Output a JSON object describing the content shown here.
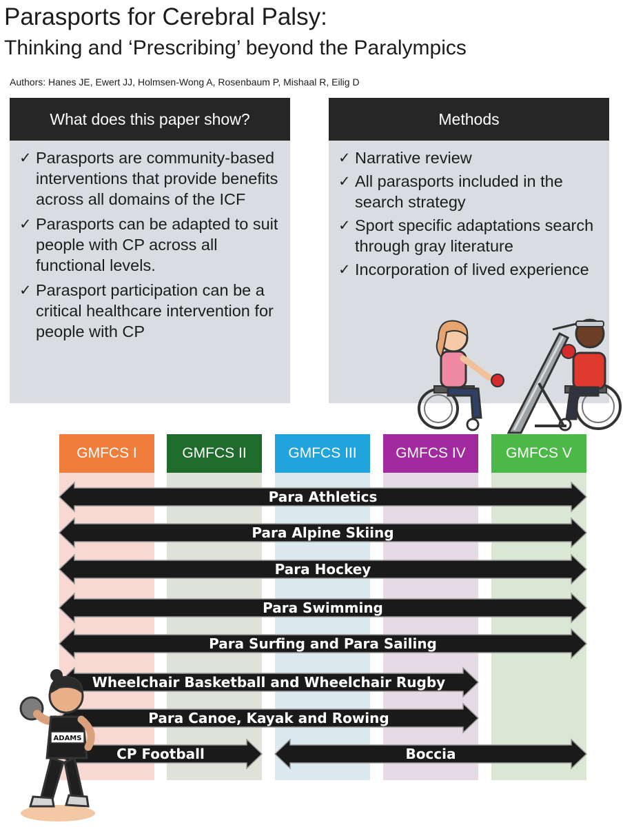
{
  "header": {
    "title": "Parasports for Cerebral Palsy:",
    "subtitle": "Thinking and ‘Prescribing’ beyond the Paralympics",
    "authors": "Authors: Hanes JE, Ewert JJ, Holmsen-Wong A, Rosenbaum P, Mishaal R, Eilig D"
  },
  "findings": {
    "heading": "What does this paper show?",
    "items": [
      "Parasports are community-based interventions that provide benefits across all domains of the ICF",
      "Parasports can be adapted to suit people with CP across all functional levels.",
      "Parasport participation can be a critical healthcare intervention for people with CP"
    ]
  },
  "methods": {
    "heading": "Methods",
    "items": [
      "Narrative review",
      "All parasports included in the search strategy",
      "Sport specific adaptations search through gray literature",
      "Incorporation of lived experience"
    ]
  },
  "icons": {
    "bullet": "checkmark-icon"
  },
  "gmfcs": {
    "levels": [
      {
        "label": "GMFCS I",
        "header_color": "#f07d3c",
        "band_color": "#f8d8d3"
      },
      {
        "label": "GMFCS II",
        "header_color": "#1f6b2b",
        "band_color": "#dfe2d9"
      },
      {
        "label": "GMFCS III",
        "header_color": "#21a3db",
        "band_color": "#dce8f0"
      },
      {
        "label": "GMFCS IV",
        "header_color": "#a12b9e",
        "band_color": "#e8d9e6"
      },
      {
        "label": "GMFCS V",
        "header_color": "#4cb848",
        "band_color": "#dbe7d5"
      }
    ],
    "sports": [
      {
        "label": "Para Athletics",
        "from": 1,
        "to": 5
      },
      {
        "label": "Para Alpine Skiing",
        "from": 1,
        "to": 5
      },
      {
        "label": "Para Hockey",
        "from": 1,
        "to": 5
      },
      {
        "label": "Para Swimming",
        "from": 1,
        "to": 5
      },
      {
        "label": "Para Surfing and Para Sailing",
        "from": 1,
        "to": 5
      },
      {
        "label": "Wheelchair Basketball and Wheelchair Rugby",
        "from": 1,
        "to": 4
      },
      {
        "label": "Para Canoe, Kayak and Rowing",
        "from": 1,
        "to": 4
      },
      {
        "label": "CP Football",
        "from": 1,
        "to": 2
      },
      {
        "label": "Boccia",
        "from": 3,
        "to": 5
      }
    ]
  },
  "illustrations": {
    "boccia_players": "boccia-players-illustration",
    "shot_put_athlete": "shot-put-athlete-illustration",
    "jersey_text": "ADAMS"
  }
}
